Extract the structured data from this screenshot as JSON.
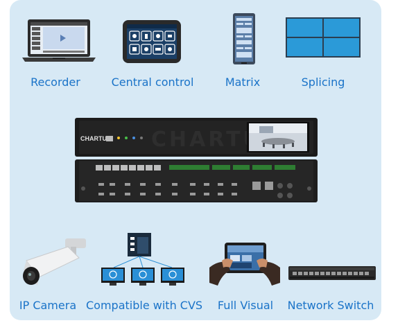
{
  "top_items": [
    {
      "label": "Recorder"
    },
    {
      "label": "Central control"
    },
    {
      "label": "Matrix"
    },
    {
      "label": "Splicing"
    }
  ],
  "bottom_items": [
    {
      "label": "IP Camera"
    },
    {
      "label": "Compatible with CVS"
    },
    {
      "label": "Full Visual"
    },
    {
      "label": "Network Switch"
    }
  ],
  "device": {
    "brand": "CHARTU",
    "watermark": "CHARTU"
  },
  "colors": {
    "panel_bg": "#d7e9f5",
    "label": "#1a73c8",
    "accent": "#2a8fd6"
  }
}
